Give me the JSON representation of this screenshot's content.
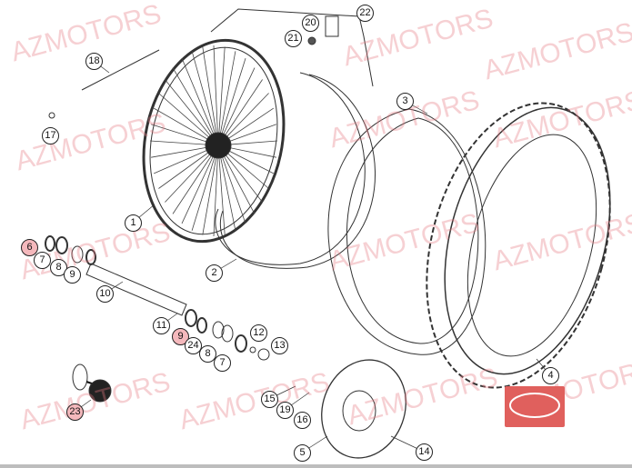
{
  "watermark": "AZMOTORS",
  "watermark_color": "#e8808a",
  "logo_color": "#e0605d",
  "part_labels": [
    {
      "num": "1"
    },
    {
      "num": "2"
    },
    {
      "num": "3"
    },
    {
      "num": "4"
    },
    {
      "num": "5"
    },
    {
      "num": "6"
    },
    {
      "num": "7"
    },
    {
      "num": "8"
    },
    {
      "num": "9"
    },
    {
      "num": "10"
    },
    {
      "num": "11"
    },
    {
      "num": "9"
    },
    {
      "num": "24"
    },
    {
      "num": "8"
    },
    {
      "num": "7"
    },
    {
      "num": "12"
    },
    {
      "num": "13"
    },
    {
      "num": "14"
    },
    {
      "num": "15"
    },
    {
      "num": "16"
    },
    {
      "num": "17"
    },
    {
      "num": "18"
    },
    {
      "num": "19"
    },
    {
      "num": "20"
    },
    {
      "num": "21"
    },
    {
      "num": "22"
    },
    {
      "num": "23"
    }
  ]
}
